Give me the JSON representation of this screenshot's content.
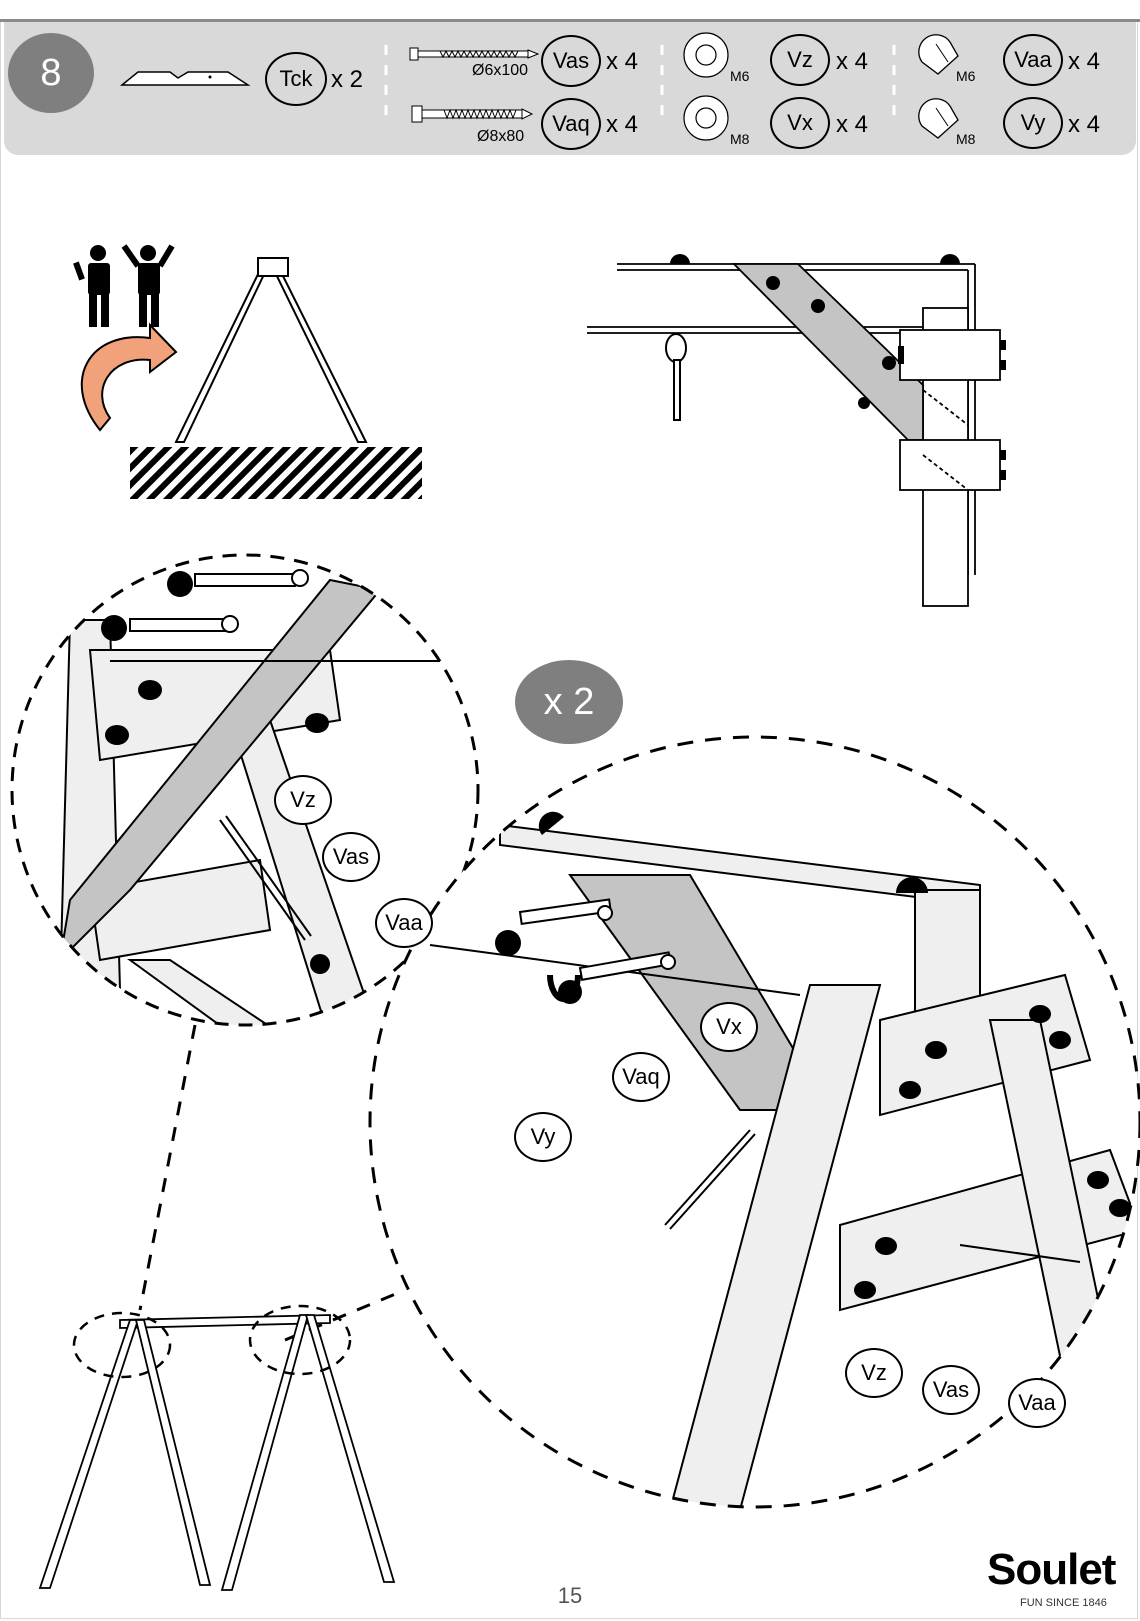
{
  "step": {
    "number": "8"
  },
  "parts": {
    "tck": {
      "code": "Tck",
      "qty": "x 2"
    },
    "vas": {
      "code": "Vas",
      "qty": "x 4",
      "size": "Ø6x100"
    },
    "vaq": {
      "code": "Vaq",
      "qty": "x 4",
      "size": "Ø8x80"
    },
    "vz": {
      "code": "Vz",
      "qty": "x 4",
      "thread": "M6"
    },
    "vx": {
      "code": "Vx",
      "qty": "x 4",
      "thread": "M8"
    },
    "vaa": {
      "code": "Vaa",
      "qty": "x 4",
      "thread": "M6"
    },
    "vy": {
      "code": "Vy",
      "qty": "x 4",
      "thread": "M8"
    }
  },
  "repeat_badge": "x 2",
  "callouts": {
    "left_detail": [
      "Vz",
      "Vas",
      "Vaa"
    ],
    "right_detail_upper": [
      "Vx",
      "Vaq",
      "Vy"
    ],
    "right_detail_lower": [
      "Vz",
      "Vas",
      "Vaa"
    ]
  },
  "icons": [
    "two-person-icon",
    "rotate-arrow-icon",
    "bolt-icon",
    "washer-icon",
    "cap-nut-icon",
    "beam-part-icon"
  ],
  "colors": {
    "band": "#d9d9d9",
    "badge": "#7f7f7f",
    "wood_light": "#efefef",
    "brace": "#c4c4c4",
    "arrow": "#f2a27a"
  },
  "page_number": "15",
  "brand": {
    "name": "Soulet",
    "tagline": "FUN SINCE 1846"
  }
}
